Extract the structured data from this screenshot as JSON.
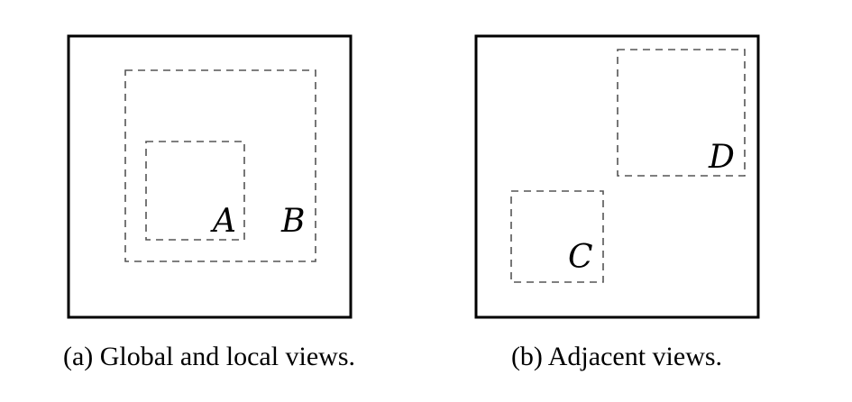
{
  "panels": [
    {
      "id": "a",
      "caption": "(a) Global and local views.",
      "regions": [
        {
          "id": "B",
          "label": "B"
        },
        {
          "id": "A",
          "label": "A"
        }
      ]
    },
    {
      "id": "b",
      "caption": "(b) Adjacent views.",
      "regions": [
        {
          "id": "D",
          "label": "D"
        },
        {
          "id": "C",
          "label": "C"
        }
      ]
    }
  ]
}
